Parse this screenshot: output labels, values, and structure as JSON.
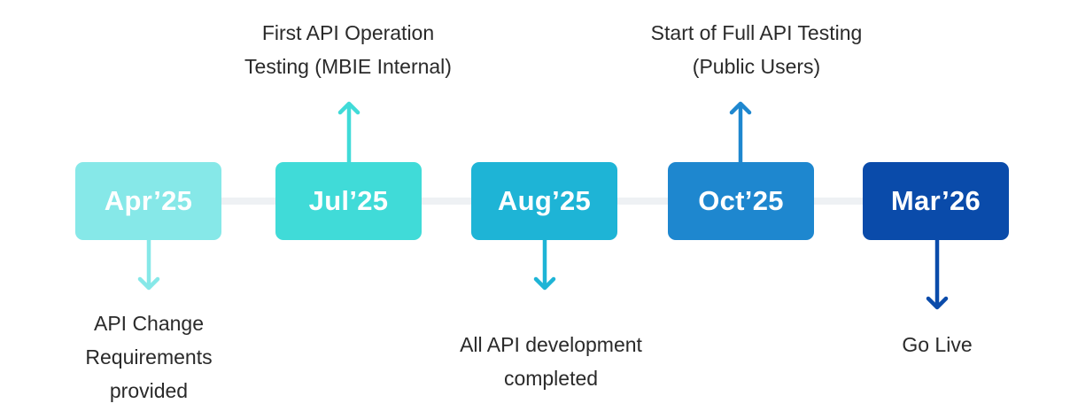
{
  "milestones": [
    {
      "label": "Apr’25",
      "color": "#86E8E8",
      "caption": "API Change\nRequirements\nprovided",
      "direction": "down"
    },
    {
      "label": "Jul’25",
      "color": "#40DBD8",
      "caption": "First API Operation\nTesting (MBIE Internal)",
      "direction": "up"
    },
    {
      "label": "Aug’25",
      "color": "#1EB4D6",
      "caption": "All API   development\ncompleted",
      "direction": "down"
    },
    {
      "label": "Oct’25",
      "color": "#1E87CF",
      "caption": "Start of Full API Testing\n(Public Users)",
      "direction": "up"
    },
    {
      "label": "Mar’26",
      "color": "#0A4BAA",
      "caption": "Go Live",
      "direction": "down"
    }
  ]
}
